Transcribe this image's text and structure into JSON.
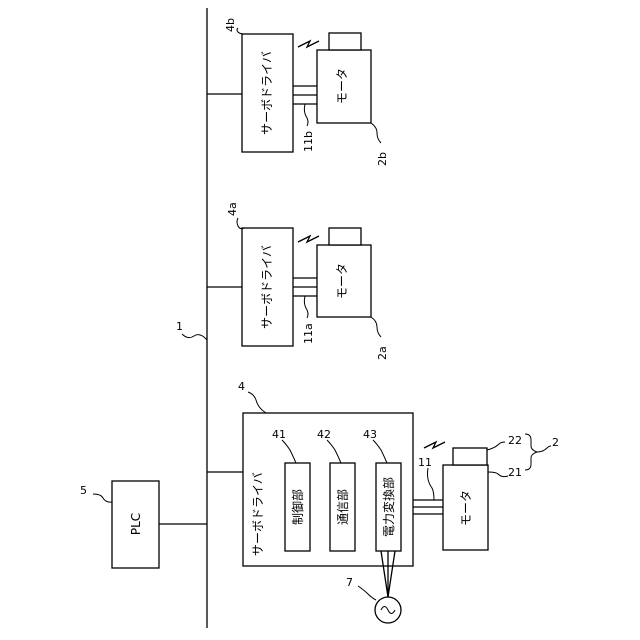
{
  "plc": {
    "label": "PLC",
    "ref": "5"
  },
  "bus": {
    "ref": "1"
  },
  "main_driver": {
    "label": "サーボドライバ",
    "ref": "4",
    "units": [
      {
        "label": "制御部",
        "ref": "41"
      },
      {
        "label": "通信部",
        "ref": "42"
      },
      {
        "label": "電力変換部",
        "ref": "43"
      }
    ]
  },
  "main_motor": {
    "label": "モータ",
    "ref_motor": "21",
    "ref_encoder": "22",
    "ref_group": "2",
    "ref_cable": "11"
  },
  "power_source": {
    "ref": "7"
  },
  "driver_a": {
    "label": "サーボドライバ",
    "ref": "4a",
    "cable_ref": "11a",
    "motor_label": "モータ",
    "motor_ref": "2a"
  },
  "driver_b": {
    "label": "サーボドライバ",
    "ref": "4b",
    "cable_ref": "11b",
    "motor_label": "モータ",
    "motor_ref": "2b"
  }
}
